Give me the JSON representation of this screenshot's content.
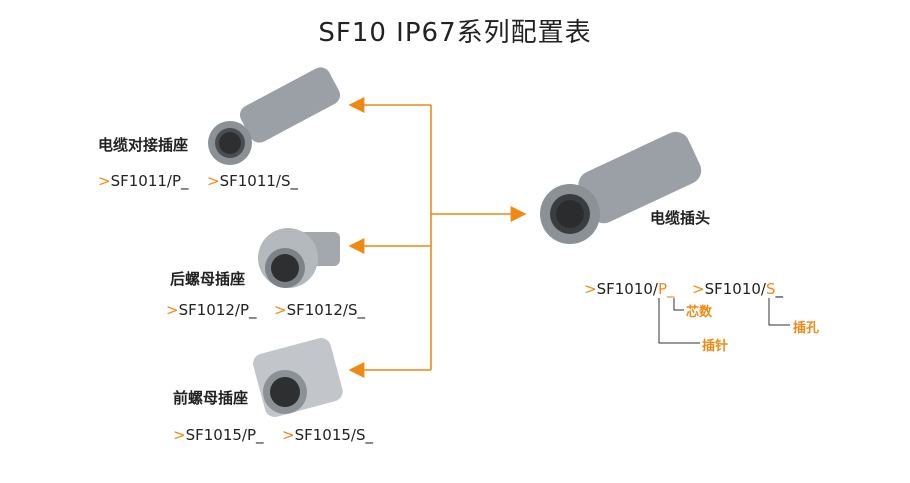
{
  "title": "SF10 IP67系列配置表",
  "accent_color": "#ee8a14",
  "products": [
    {
      "name": "电缆对接插座",
      "codes": [
        "SF1011/P_",
        "SF1011/S_"
      ]
    },
    {
      "name": "后螺母插座",
      "codes": [
        "SF1012/P_",
        "SF1012/S_"
      ]
    },
    {
      "name": "前螺母插座",
      "codes": [
        "SF1015/P_",
        "SF1015/S_"
      ]
    }
  ],
  "plug": {
    "name": "电缆插头",
    "code_prefix": "SF1010/",
    "pin_letter": "P",
    "socket_letter": "S",
    "suffix": "_",
    "marker": ">",
    "notes": {
      "cores": "芯数",
      "pin": "插针",
      "hole": "插孔"
    }
  }
}
